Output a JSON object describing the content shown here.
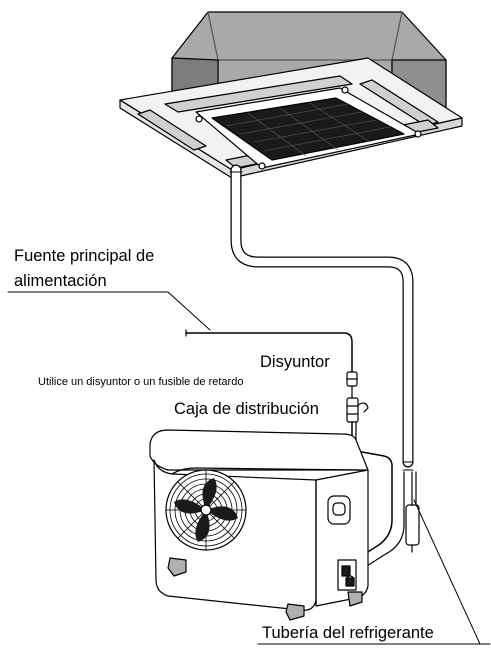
{
  "labels": {
    "main_power_line1": "Fuente principal de",
    "main_power_line2": "alimentación",
    "breaker": "Disyuntor",
    "breaker_note": "Utilice un disyuntor o un fusible de retardo",
    "distribution_box": "Caja de distribución",
    "refrigerant_pipe": "Tubería del refrigerante"
  },
  "components": {
    "indoor_unit": "ceiling-cassette-indoor-unit",
    "outdoor_unit": "outdoor-condenser-unit",
    "fan_icon": "fan-icon"
  }
}
